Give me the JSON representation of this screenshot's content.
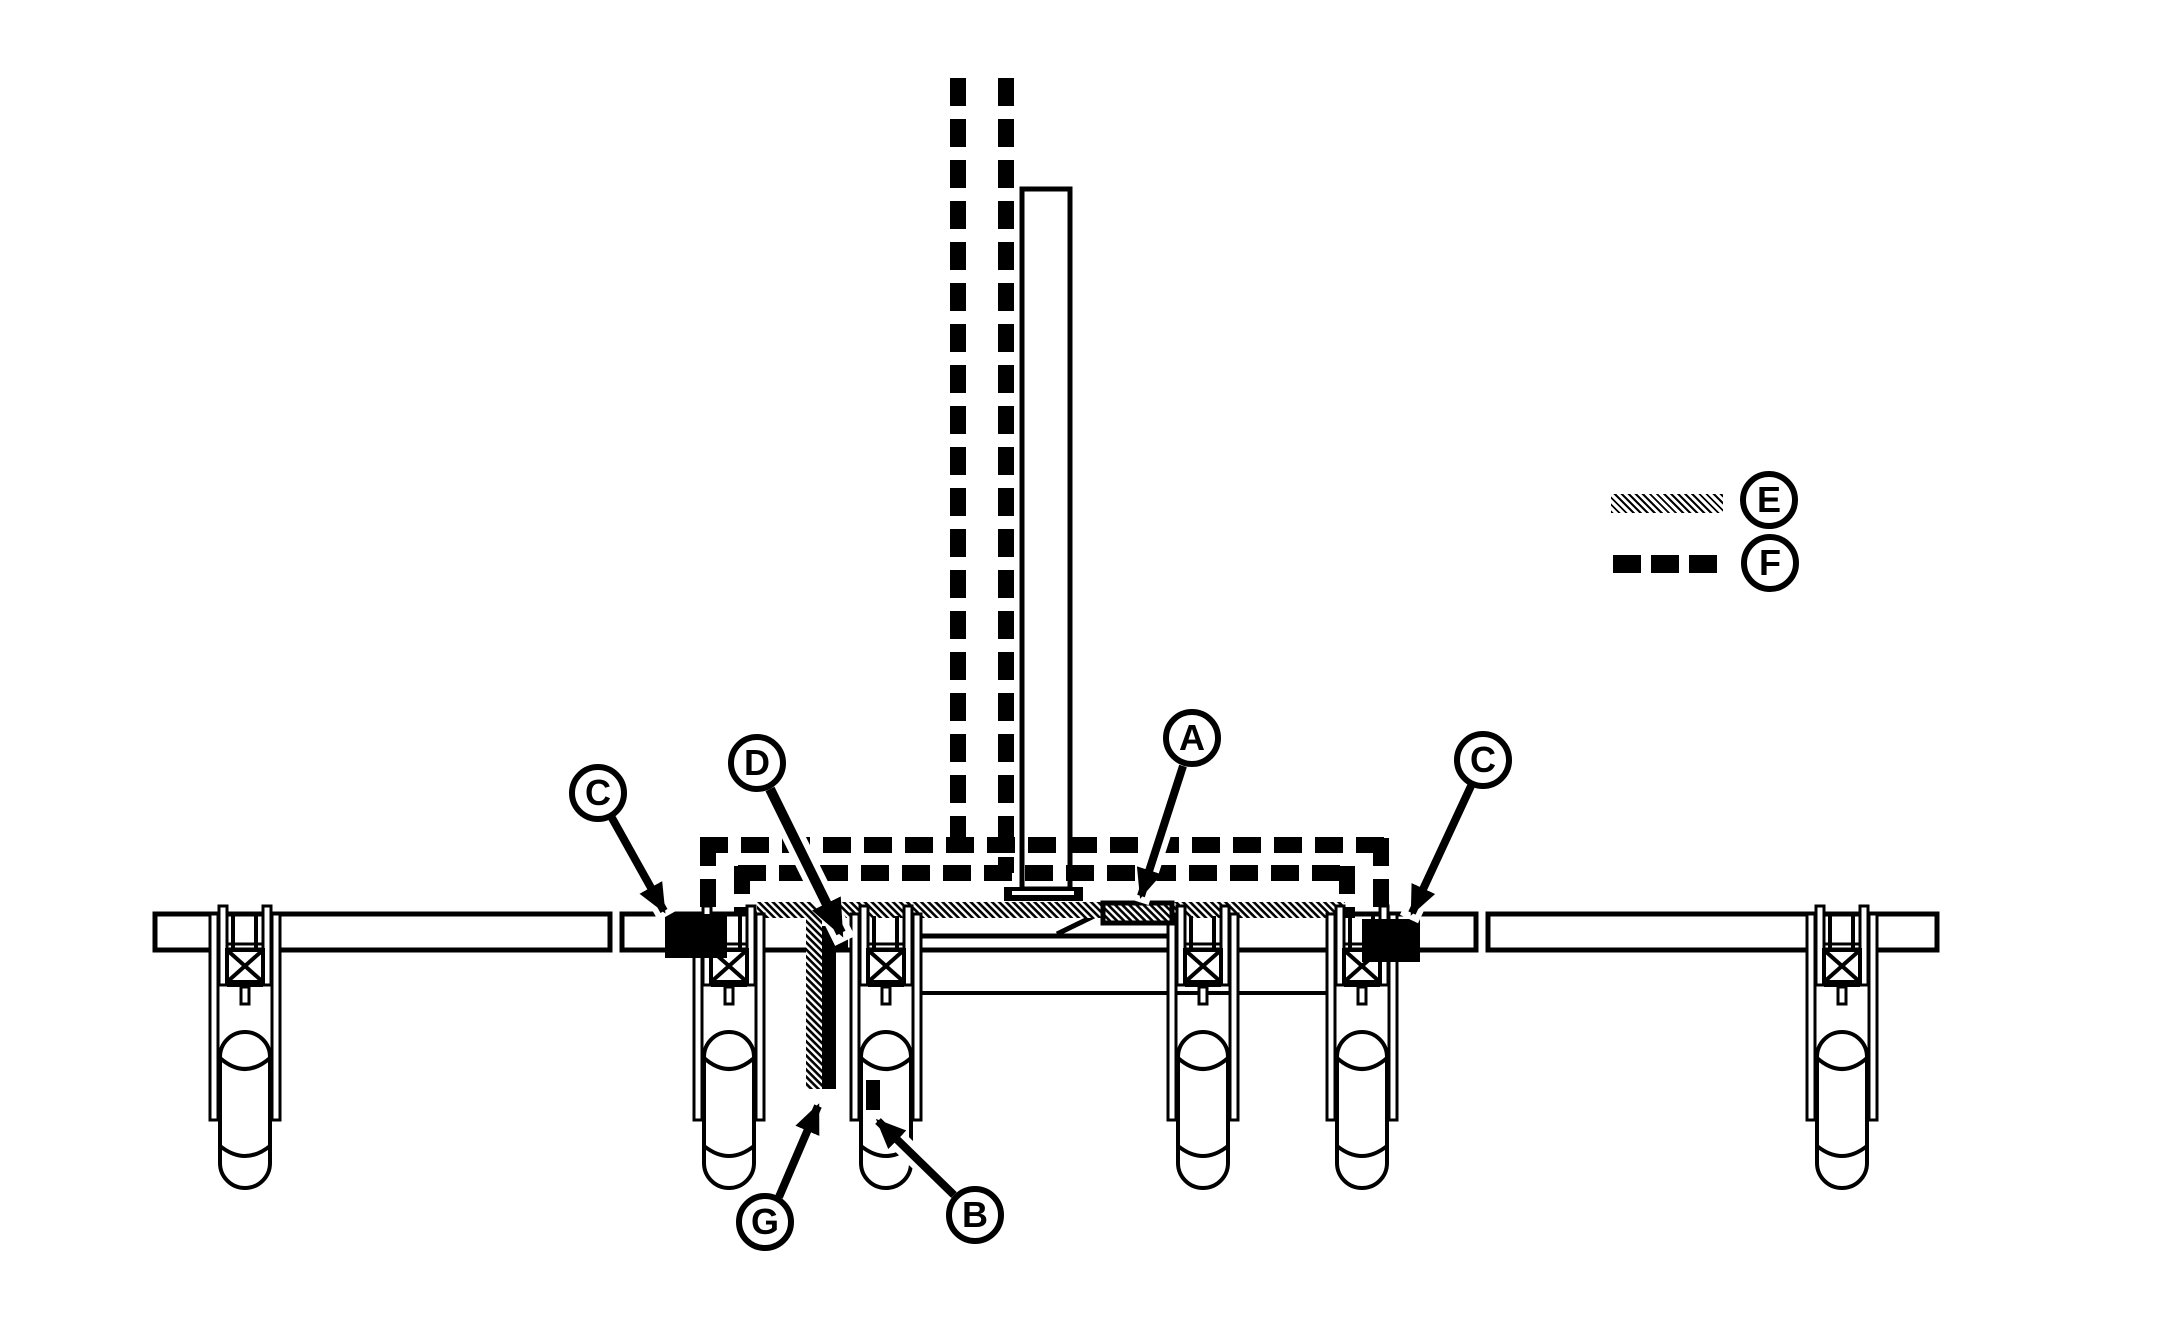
{
  "callouts": {
    "a": "A",
    "b": "B",
    "c_left": "C",
    "c_right": "C",
    "d": "D",
    "g": "G"
  },
  "legend": {
    "entries": [
      {
        "id": "e",
        "label": "E",
        "style": "gray-halftone-solid-line"
      },
      {
        "id": "f",
        "label": "F",
        "style": "black-dashed-line"
      }
    ]
  },
  "colors": {
    "ink": "#000000",
    "paper": "#ffffff",
    "halftone_gray": "#9b9b9b"
  }
}
